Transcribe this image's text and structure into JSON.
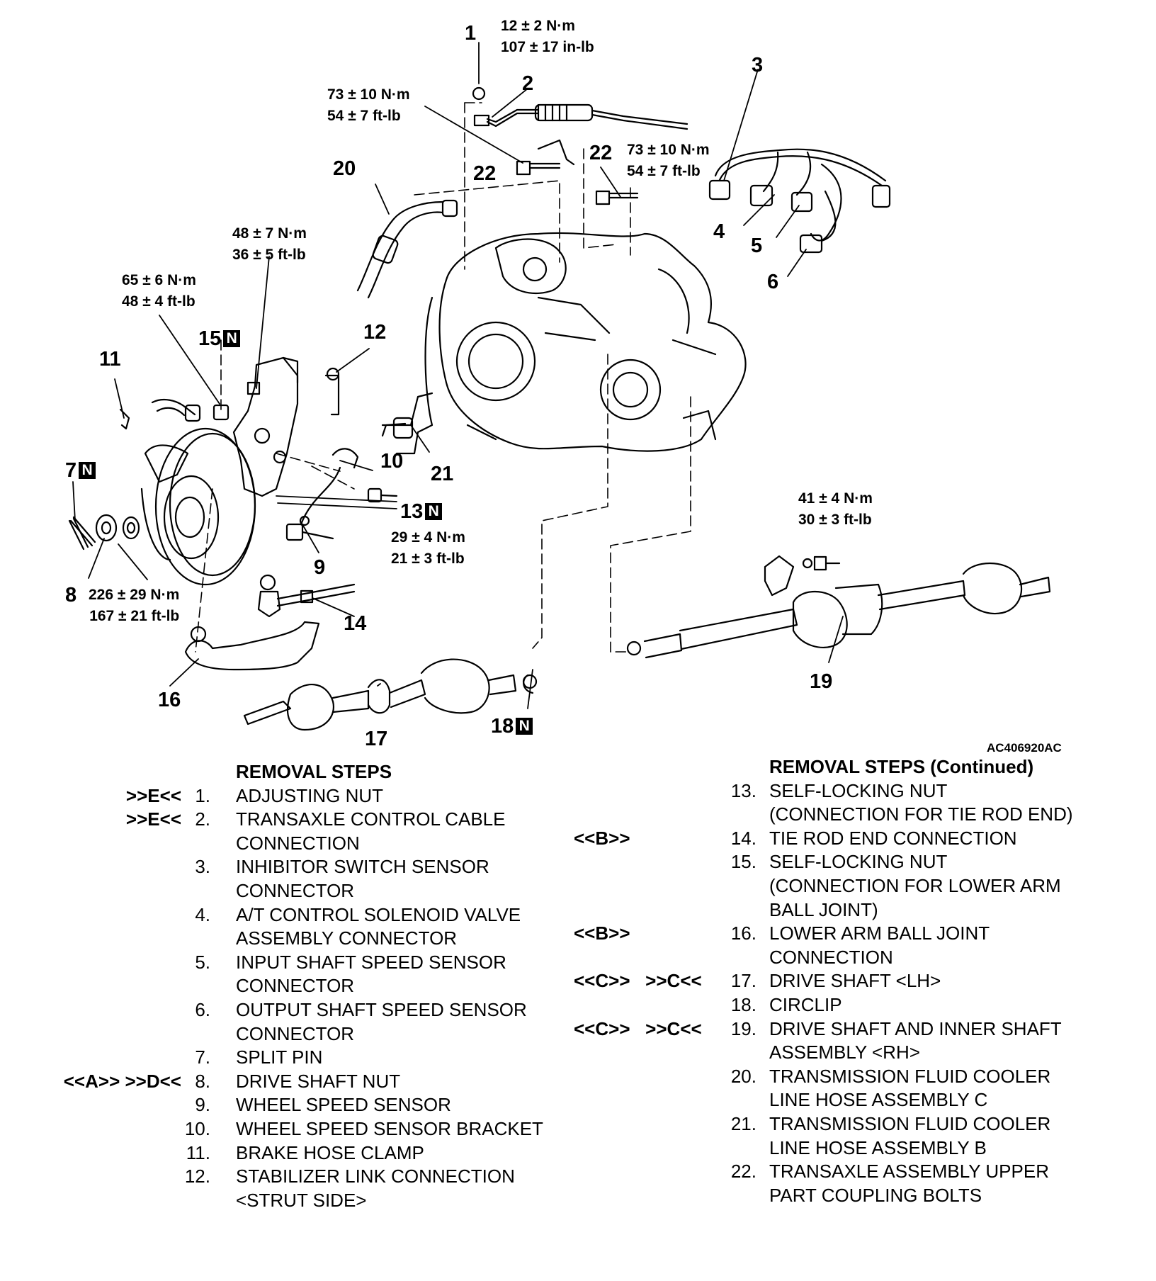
{
  "figure_code": "AC406920AC",
  "callouts": {
    "c1": "1",
    "c2": "2",
    "c3": "3",
    "c4": "4",
    "c5": "5",
    "c6": "6",
    "c7": "7",
    "c8": "8",
    "c9": "9",
    "c10": "10",
    "c11": "11",
    "c12": "12",
    "c13": "13",
    "c14": "14",
    "c15": "15",
    "c16": "16",
    "c17": "17",
    "c18": "18",
    "c19": "19",
    "c20": "20",
    "c21": "21",
    "c22a": "22",
    "c22b": "22",
    "n_mark": "N"
  },
  "torques": {
    "t1_nm": "12 ± 2 N·m",
    "t1_lb": "107 ± 17 in-lb",
    "t2_nm": "73 ± 10 N·m",
    "t2_lb": "54 ± 7 ft-lb",
    "t3_nm": "73 ± 10 N·m",
    "t3_lb": "54 ± 7 ft-lb",
    "t4_nm": "48 ± 7 N·m",
    "t4_lb": "36 ± 5 ft-lb",
    "t5_nm": "65 ± 6 N·m",
    "t5_lb": "48 ± 4 ft-lb",
    "t6_nm": "29 ± 4 N·m",
    "t6_lb": "21 ± 3 ft-lb",
    "t7_nm": "226 ± 29 N·m",
    "t7_lb": "167 ± 21 ft-lb",
    "t8_nm": "41 ± 4 N·m",
    "t8_lb": "30 ± 3 ft-lb"
  },
  "left_steps": {
    "heading": "REMOVAL STEPS",
    "items": [
      {
        "mark": ">>E<<",
        "num": "1.",
        "text": "ADJUSTING NUT"
      },
      {
        "mark": ">>E<<",
        "num": "2.",
        "text": "TRANSAXLE CONTROL CABLE CONNECTION"
      },
      {
        "mark": "",
        "num": "3.",
        "text": "INHIBITOR SWITCH SENSOR CONNECTOR"
      },
      {
        "mark": "",
        "num": "4.",
        "text": "A/T CONTROL SOLENOID VALVE ASSEMBLY CONNECTOR"
      },
      {
        "mark": "",
        "num": "5.",
        "text": "INPUT SHAFT SPEED SENSOR CONNECTOR"
      },
      {
        "mark": "",
        "num": "6.",
        "text": "OUTPUT SHAFT SPEED SENSOR CONNECTOR"
      },
      {
        "mark": "",
        "num": "7.",
        "text": "SPLIT PIN"
      },
      {
        "mark": "<<A>>   >>D<<",
        "num": "8.",
        "text": "DRIVE SHAFT NUT"
      },
      {
        "mark": "",
        "num": "9.",
        "text": "WHEEL SPEED SENSOR"
      },
      {
        "mark": "",
        "num": "10.",
        "text": "WHEEL SPEED SENSOR BRACKET"
      },
      {
        "mark": "",
        "num": "11.",
        "text": "BRAKE HOSE CLAMP"
      },
      {
        "mark": "",
        "num": "12.",
        "text": "STABILIZER LINK CONNECTION <STRUT SIDE>"
      }
    ]
  },
  "right_steps": {
    "heading": "REMOVAL STEPS (Continued)",
    "items": [
      {
        "mark": "",
        "num": "13.",
        "text": "SELF-LOCKING NUT (CONNECTION FOR TIE ROD END)"
      },
      {
        "mark": "<<B>>",
        "num": "14.",
        "text": "TIE ROD END CONNECTION"
      },
      {
        "mark": "",
        "num": "15.",
        "text": "SELF-LOCKING NUT (CONNECTION FOR LOWER ARM BALL JOINT)"
      },
      {
        "mark": "<<B>>",
        "num": "16.",
        "text": "LOWER ARM BALL JOINT CONNECTION"
      },
      {
        "mark": "<<C>>   >>C<<",
        "num": "17.",
        "text": "DRIVE SHAFT <LH>"
      },
      {
        "mark": "",
        "num": "18.",
        "text": "CIRCLIP"
      },
      {
        "mark": "<<C>>   >>C<<",
        "num": "19.",
        "text": "DRIVE SHAFT AND INNER SHAFT ASSEMBLY <RH>"
      },
      {
        "mark": "",
        "num": "20.",
        "text": "TRANSMISSION FLUID COOLER LINE HOSE ASSEMBLY C"
      },
      {
        "mark": "",
        "num": "21.",
        "text": "TRANSMISSION FLUID COOLER LINE HOSE ASSEMBLY B"
      },
      {
        "mark": "",
        "num": "22.",
        "text": "TRANSAXLE ASSEMBLY UPPER PART COUPLING BOLTS"
      }
    ]
  }
}
